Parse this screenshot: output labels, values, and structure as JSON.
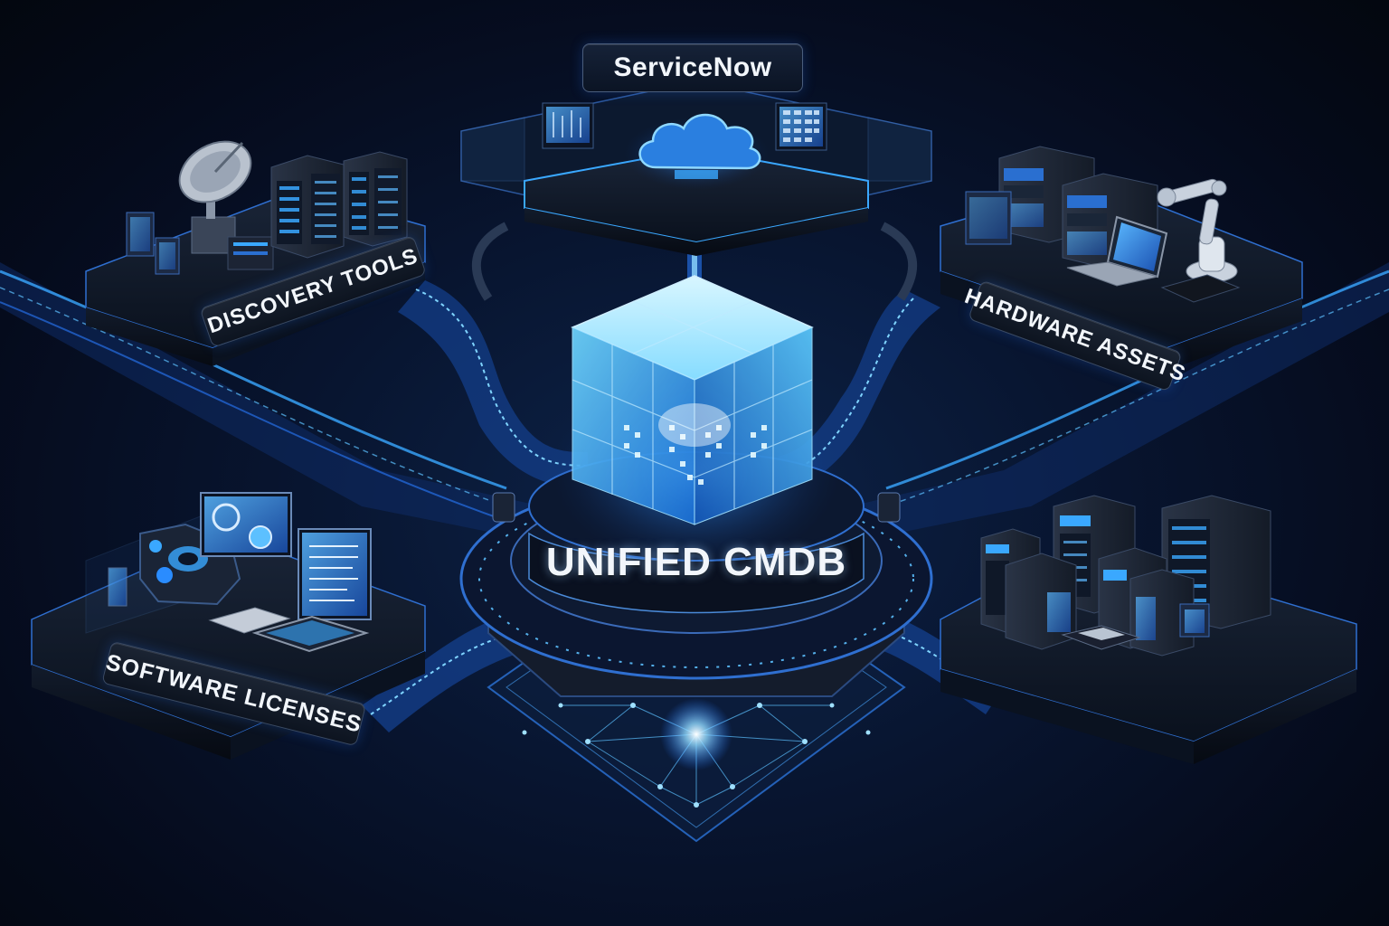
{
  "diagram": {
    "title": "Unified CMDB",
    "hub": {
      "label": "UNIFIED CMDB",
      "icon": "glowing-data-cube-icon"
    },
    "nodes": [
      {
        "id": "servicenow",
        "label": "ServiceNow",
        "position": "top",
        "icons": [
          "cloud-icon",
          "dashboard-monitor-icon",
          "data-grid-monitor-icon"
        ]
      },
      {
        "id": "discovery",
        "label": "DISCOVERY TOOLS",
        "position": "top-left",
        "icons": [
          "satellite-dish-icon",
          "server-rack-icon",
          "storage-unit-icon"
        ]
      },
      {
        "id": "hardware",
        "label": "HARDWARE ASSETS",
        "position": "top-right",
        "icons": [
          "server-rack-icon",
          "laptop-icon",
          "robotic-arm-icon",
          "keyboard-icon"
        ]
      },
      {
        "id": "software",
        "label": "SOFTWARE LICENSES",
        "position": "bottom-left",
        "icons": [
          "app-dashboard-icon",
          "monitor-icon",
          "document-icon",
          "tablet-icon"
        ]
      },
      {
        "id": "datacenter",
        "label": "",
        "position": "bottom-right",
        "icons": [
          "server-cluster-icon",
          "storage-drive-icon"
        ]
      }
    ],
    "connections": [
      {
        "from": "servicenow",
        "to": "hub"
      },
      {
        "from": "discovery",
        "to": "hub"
      },
      {
        "from": "hardware",
        "to": "hub"
      },
      {
        "from": "software",
        "to": "hub"
      },
      {
        "from": "datacenter",
        "to": "hub"
      }
    ],
    "colors": {
      "background": "#050b1c",
      "accent_glow": "#3aa8ff",
      "cube_core": "#8fe3ff",
      "platform_dark": "#111a2a",
      "label_text": "#f2f6fb"
    }
  }
}
